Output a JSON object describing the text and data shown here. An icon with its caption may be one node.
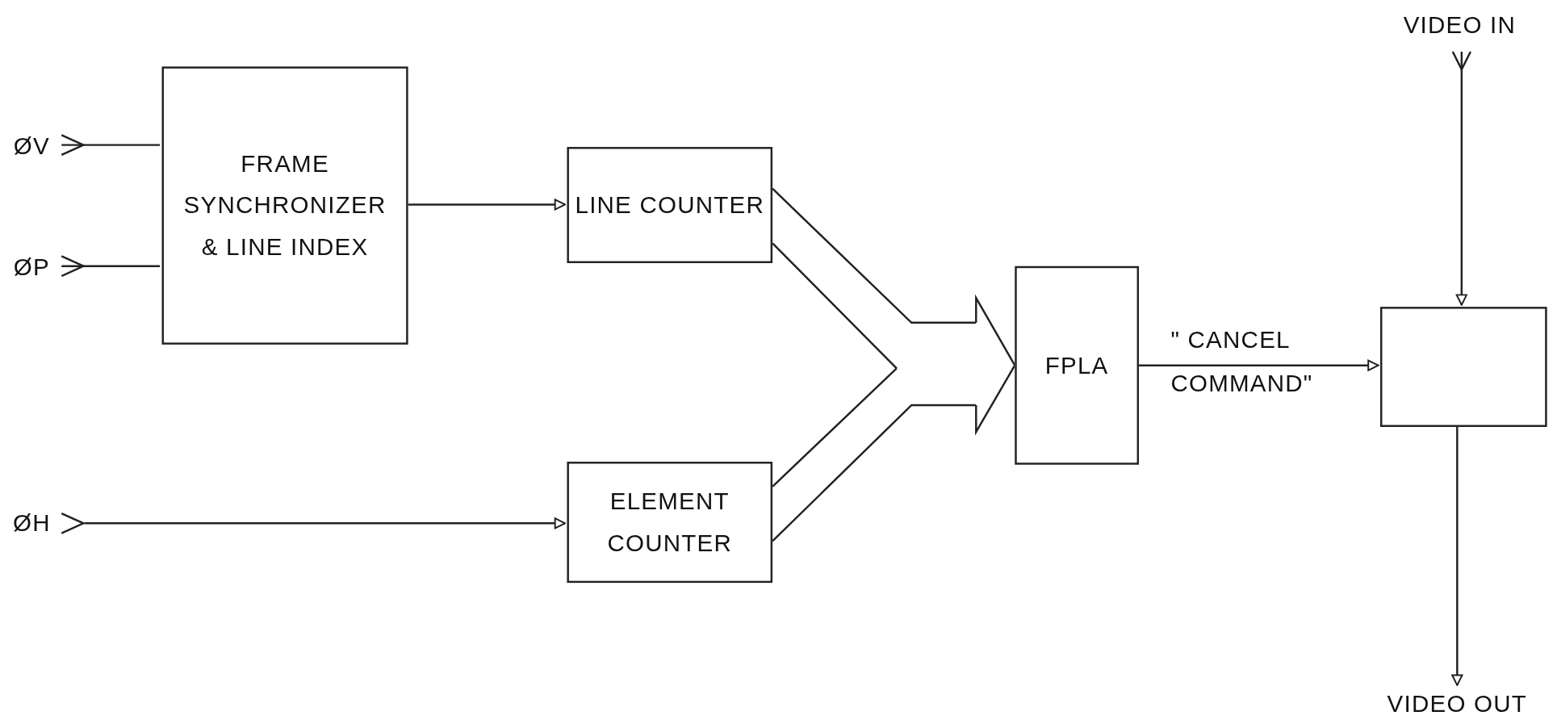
{
  "diagram": {
    "nodes": [
      {
        "text": [
          "ØV"
        ]
      },
      {
        "text": [
          "ØP"
        ]
      },
      {
        "text": [
          "ØH"
        ]
      },
      {
        "text": [
          "FRAME SYNCHRONIZER & LINE INDEX"
        ]
      },
      {
        "text": [
          "LINE COUNTER"
        ]
      },
      {
        "text": [
          "ELEMENT COUNTER"
        ]
      },
      {
        "text": [
          "FPLA"
        ]
      },
      {
        "text": [],
        "shape": "box"
      },
      {
        "text": [
          "VIDEO IN"
        ]
      },
      {
        "text": [
          "VIDEO OUT"
        ]
      }
    ],
    "edges": [
      {
        "from": 0,
        "to": 3,
        "arrow": "other"
      },
      {
        "from": 1,
        "to": 3,
        "arrow": "other"
      },
      {
        "from": 2,
        "to": 5,
        "arrow": "to"
      },
      {
        "from": 3,
        "to": 4,
        "arrow": "to"
      },
      {
        "from": 4,
        "to": 6,
        "arrow": "to"
      },
      {
        "from": 5,
        "to": 6,
        "arrow": "to"
      },
      {
        "from": 6,
        "to": 7,
        "arrow": "to",
        "label": "\" CANCEL COMMAND\""
      },
      {
        "from": 8,
        "to": 7,
        "arrow": "to"
      },
      {
        "from": 7,
        "to": 9,
        "arrow": "to"
      }
    ]
  }
}
